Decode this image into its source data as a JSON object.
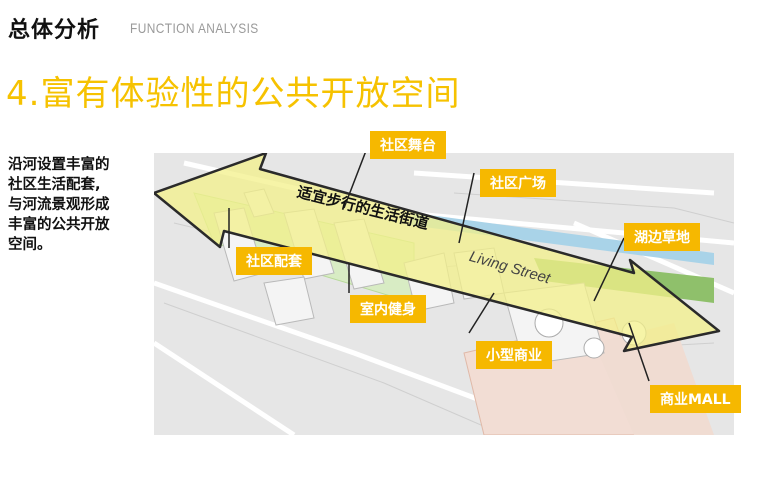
{
  "header": {
    "title": "总体分析",
    "subtitle": "FUNCTION ANALYSIS"
  },
  "main_title": "4.富有体验性的公共开放空间",
  "description": {
    "lines": [
      "沿河设置丰富的",
      "社区生活配套,",
      "与河流景观形成",
      "丰富的公共开放",
      "空间。"
    ]
  },
  "diagram": {
    "street_label_cn": "适宜步行的生活街道",
    "street_label_en": "Living Street",
    "tags": {
      "stage": "社区舞台",
      "plaza": "社区广场",
      "lawn": "湖边草地",
      "facility": "社区配套",
      "gym": "室内健身",
      "shop": "小型商业",
      "mall": "商业MALL"
    },
    "colors": {
      "accent": "#f6b800",
      "arrow_fill": "#f3f08a",
      "arrow_stroke": "#2a2a2a"
    }
  }
}
